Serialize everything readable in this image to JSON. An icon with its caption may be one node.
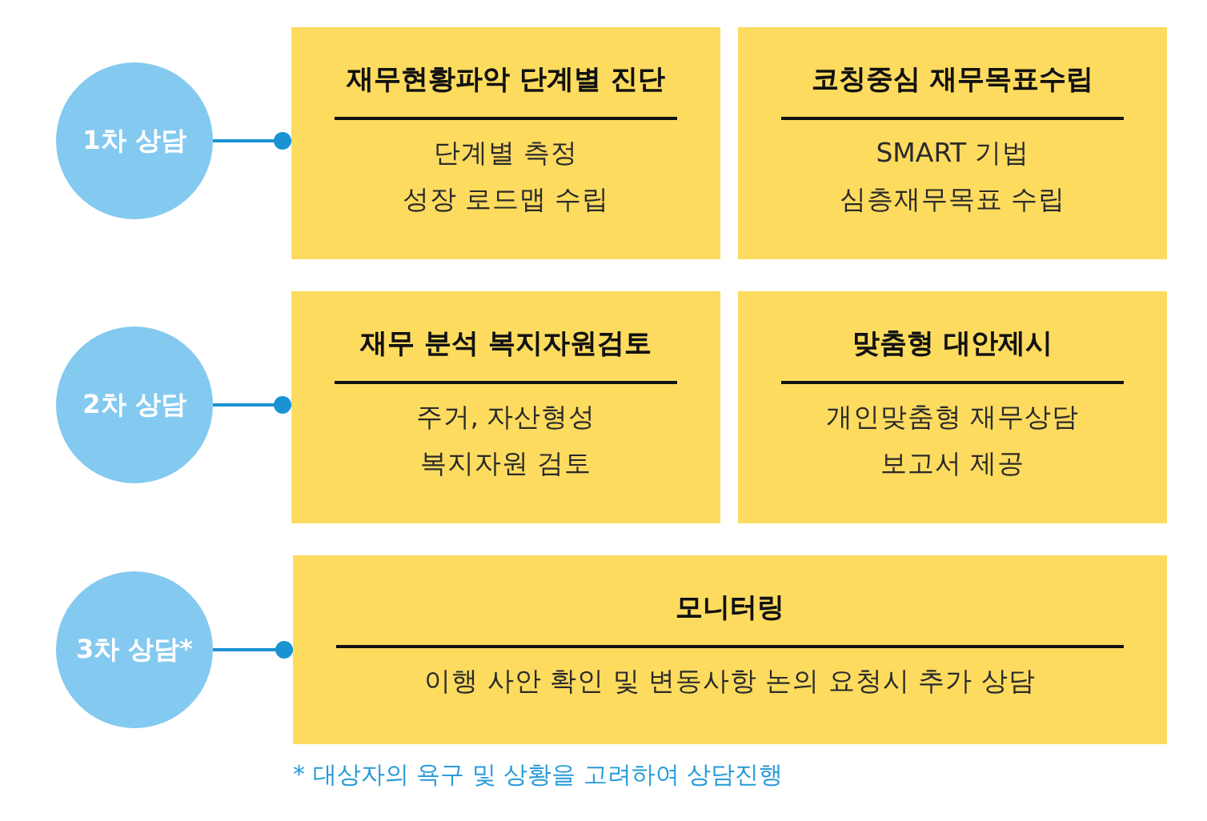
{
  "diagram": {
    "nodes": [
      {
        "text": [
          "1차 상담"
        ]
      },
      {
        "text": [
          "재무현황파악 단계별 진단",
          "단계별 측정",
          "성장 로드맵 수립"
        ]
      },
      {
        "text": [
          "코칭중심 재무목표수립",
          "SMART 기법",
          "심층재무목표 수립"
        ]
      },
      {
        "text": [
          "2차 상담"
        ]
      },
      {
        "text": [
          "재무 분석 복지자원검토",
          "주거, 자산형성",
          "복지자원 검토"
        ]
      },
      {
        "text": [
          "맞춤형 대안제시",
          "개인맞춤형 재무상담",
          "보고서 제공"
        ]
      },
      {
        "text": [
          "3차 상담*"
        ]
      },
      {
        "text": [
          "모니터링",
          "이행 사안 확인 및 변동사항 논의 요청시 추가 상담"
        ]
      }
    ],
    "edges": [
      {
        "from": 0,
        "to": 1,
        "arrow": "other"
      },
      {
        "from": 3,
        "to": 4,
        "arrow": "other"
      },
      {
        "from": 6,
        "to": 7,
        "arrow": "other"
      }
    ],
    "labels": [
      "* 대상자의 욕구 및 상황을 고려하여 상담진행"
    ]
  }
}
